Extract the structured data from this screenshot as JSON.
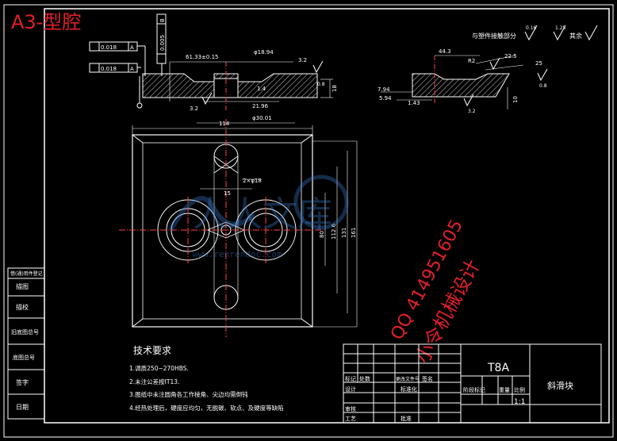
{
  "corner_title": "A3-型腔",
  "top_note": {
    "prefix": "与塑件接触部分",
    "ra1": "0.16",
    "ra2": "1.25",
    "suffix": "其余"
  },
  "tolerances": {
    "parallel1": "0.018",
    "ref1": "A",
    "parallel2": "0.018",
    "ref2": "A",
    "flatness": "0.005",
    "ref3": "B"
  },
  "section_dims": {
    "d1": "61.33±0.15",
    "d2": "φ18.94",
    "d3": "3.2",
    "d4": "3.2",
    "d5": "21.96",
    "d6": "φ30.01",
    "d7": "1.4",
    "d8": "0.8",
    "d9": "18"
  },
  "detail_dims": {
    "d1": "44.3",
    "d2": "R2",
    "d3": "22.5",
    "d4": "25",
    "d5": "7.94",
    "d6": "5.94",
    "d7": "1.43",
    "d8": "10",
    "d9": "3.2",
    "d10": "0.8"
  },
  "plan_dims": {
    "width": "114",
    "hole_note": "2×φ18",
    "h1": "15",
    "h2": "80",
    "h3": "112.6",
    "h4": "131",
    "h5": "161"
  },
  "tech": {
    "title": "技术要求",
    "lines": [
      "1.调质250~270HBS.",
      "2.未注公差按IT13.",
      "3.图纸中未注圆角各工作棱角、尖边均需倒钝",
      "4.经热处理后，硬度应均匀，无脱碳、软点、及硬度等缺陷"
    ]
  },
  "left_labels": [
    "借(通)用件登记",
    "描图",
    "描校",
    "旧底图总号",
    "底图总号",
    "签字",
    "日期"
  ],
  "title_block": {
    "material": "T8A",
    "part_name": "斜滑块",
    "scale": "1:1",
    "cells": [
      "标记",
      "处数",
      "更改文件号",
      "签名",
      "设计",
      "标准化",
      "审核",
      "工艺",
      "批准",
      "阶段标记",
      "重量",
      "比例"
    ]
  },
  "watermark": {
    "brand": "人人文库",
    "url": "www.renrendoc.com",
    "qq": "QQ 414951605",
    "studio": "小令机械设计"
  }
}
